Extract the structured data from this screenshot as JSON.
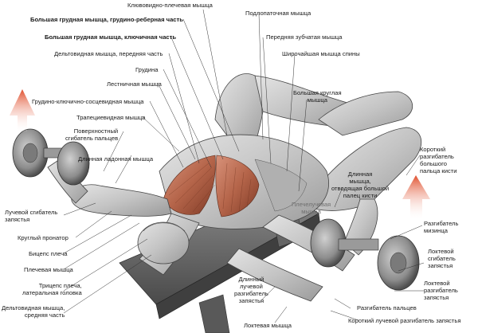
{
  "colors": {
    "ink": "#1a1a1a",
    "muscle_red": "#b5654a",
    "muscle_highlight": "#d8927a",
    "body_grey": "#c9c9c9",
    "arrow": "#e0502e"
  },
  "labels": {
    "klyuvo": "Клювовидно-плечевая мышца",
    "pod": "Подлопаточная мышца",
    "bgm_rebr": "Большая грудная мышца, грудино-реберная часть",
    "bgm_klyuch": "Большая грудная мышца, ключичная часть",
    "perednyaya_zub": "Передняя зубчатая мышца",
    "delt_pered": "Дельтовидная мышца, передняя часть",
    "shirochaishaya": "Широчайшая мышца спины",
    "grudina": "Грудина",
    "lestnich": "Лестничная мышца",
    "grud_kluch": "Грудино-ключично-сосцевидная мышца",
    "bolsh_krug": "Большая круглая\nмышца",
    "trapec": "Трапециевидная мышца",
    "poverh": "Поверхностный\nсгибатель пальцев",
    "korot_razg": "Короткий\nразгибатель\nбольшого\nпальца кисти",
    "dlin_ladon": "Длинная ладонная мышца",
    "dlin_otvod": "Длинная\nмышца,\nотводящая большой\nпалец кисти",
    "plecheluch": "Плечелучевая\nмышца",
    "luch_sgib": "Лучевой сгибатель\nзапястья",
    "razg_miz": "Разгибатель\nмизинца",
    "krug_pron": "Круглый пронатор",
    "lokt_sgib": "Локтевой\nсгибатель\nзапястья",
    "biceps": "Бицепс плеча",
    "plechevaya": "Плечевая мышца",
    "lokt_razg": "Локтевой\nразгибатель\nзапястья",
    "triceps": "Трицепс плеча,\nлатеральная головка",
    "dlin_luch": "Длинный\nлучевой\nразгибатель\nзапястья",
    "razg_palc": "Разгибатель пальцев",
    "delt_sred": "Дельтовидная мышца,\nсредняя часть",
    "kor_luch": "Короткий лучевой разгибатель запястья",
    "loktevaya": "Локтевая мышца"
  }
}
